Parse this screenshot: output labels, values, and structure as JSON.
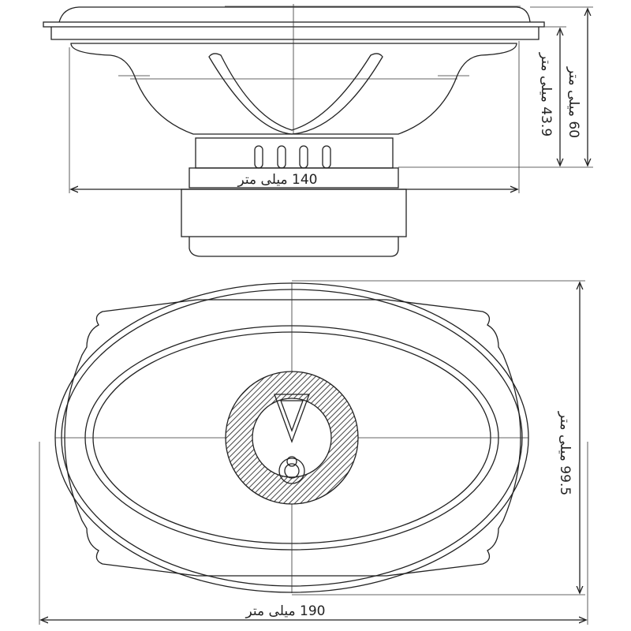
{
  "side_view": {
    "width_label": "140 میلی متر",
    "depth_label": "43.9 میلی متر",
    "height_label": "60 میلی متر"
  },
  "top_view": {
    "width_label": "190 میلی متر",
    "height_label": "99.5 میلی متر"
  }
}
